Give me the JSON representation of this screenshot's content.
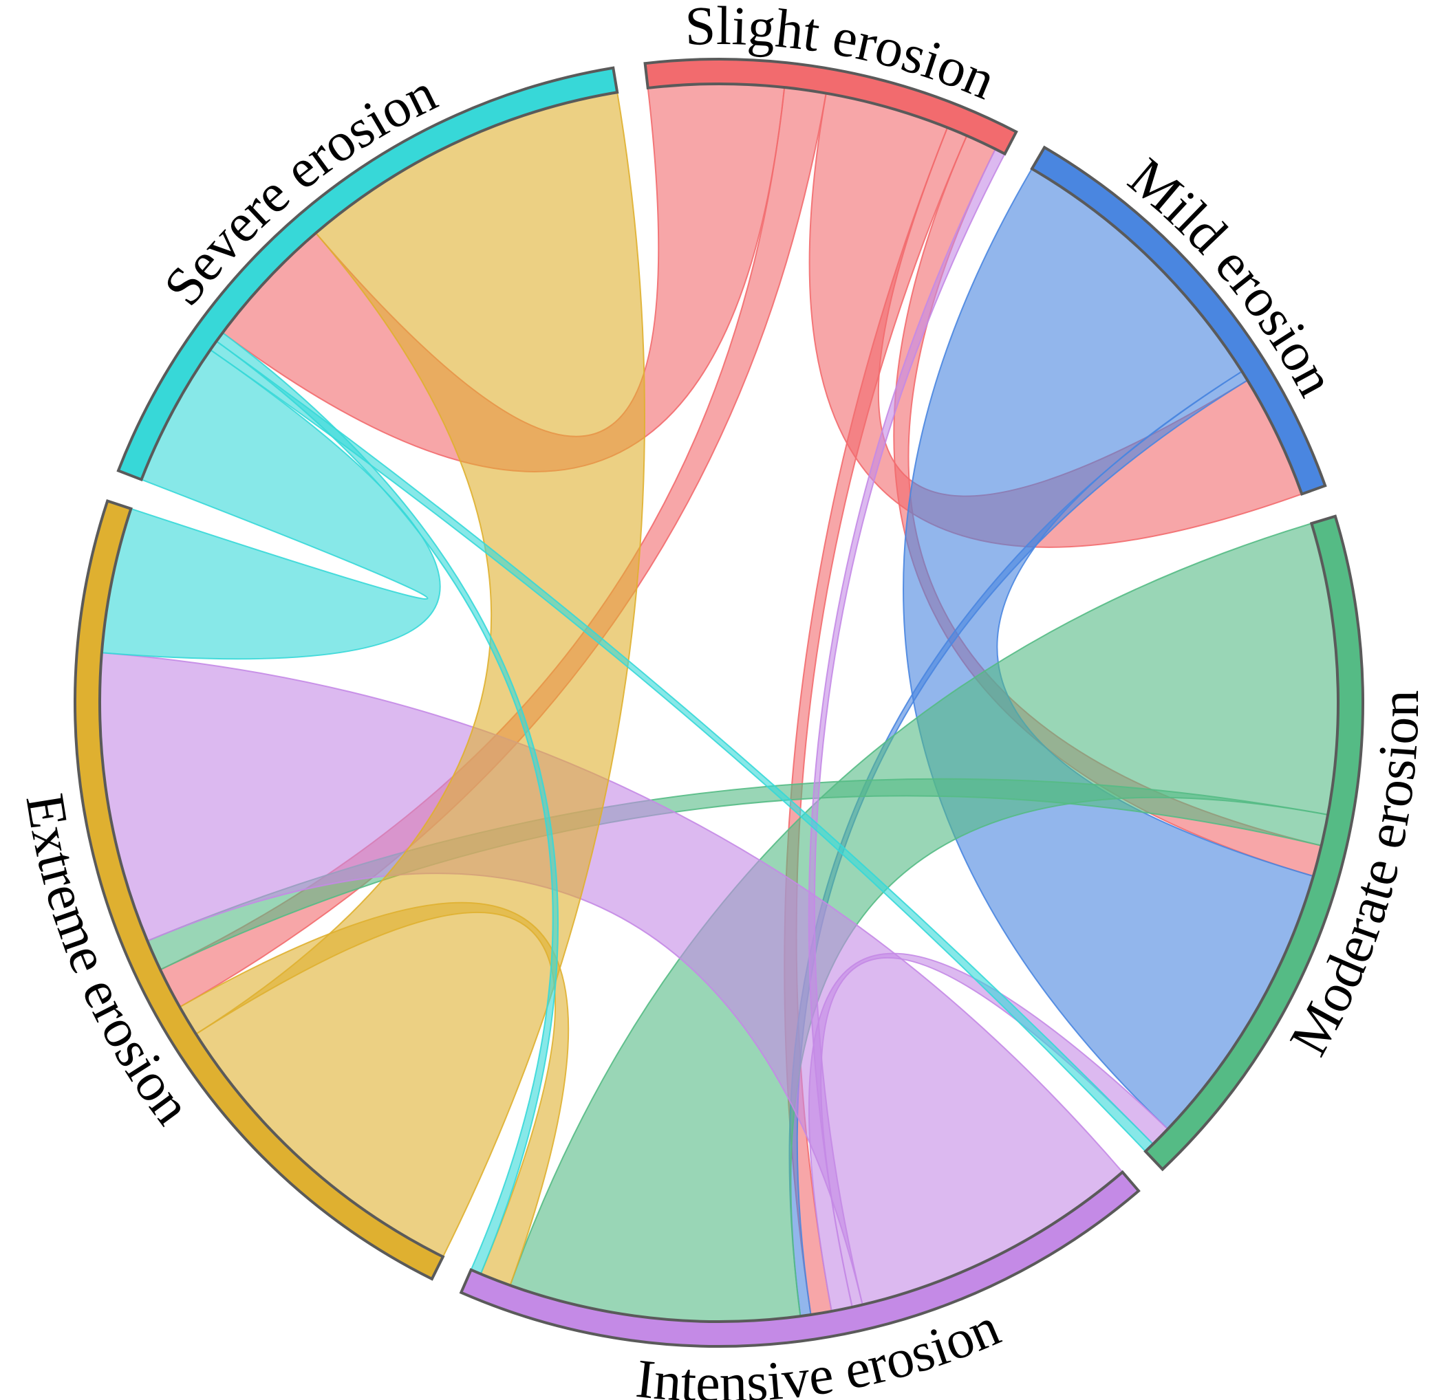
{
  "chord_data": {
    "type": "chord",
    "groups": [
      {
        "name": "Slight erosion",
        "color": "#f26b6e"
      },
      {
        "name": "Mild erosion",
        "color": "#4a86e0"
      },
      {
        "name": "Moderate erosion",
        "color": "#55bb85"
      },
      {
        "name": "Intensive erosion",
        "color": "#c48ae6"
      },
      {
        "name": "Extreme erosion",
        "color": "#dfb030"
      },
      {
        "name": "Severe erosion",
        "color": "#37d8d8"
      }
    ],
    "flows": [
      {
        "source": "Slight erosion",
        "target": "Severe erosion",
        "value": 13
      },
      {
        "source": "Slight erosion",
        "target": "Extreme erosion",
        "value": 4
      },
      {
        "source": "Slight erosion",
        "target": "Mild erosion",
        "value": 12
      },
      {
        "source": "Slight erosion",
        "target": "Intensive erosion",
        "value": 2
      },
      {
        "source": "Slight erosion",
        "target": "Moderate erosion",
        "value": 3
      },
      {
        "source": "Mild erosion",
        "target": "Moderate erosion",
        "value": 28
      },
      {
        "source": "Mild erosion",
        "target": "Intensive erosion",
        "value": 1
      },
      {
        "source": "Moderate erosion",
        "target": "Intensive erosion",
        "value": 28
      },
      {
        "source": "Moderate erosion",
        "target": "Extreme erosion",
        "value": 3
      },
      {
        "source": "Intensive erosion",
        "target": "Extreme erosion",
        "value": 28
      },
      {
        "source": "Intensive erosion",
        "target": "Slight erosion",
        "value": 1
      },
      {
        "source": "Intensive erosion",
        "target": "Moderate erosion",
        "value": 2
      },
      {
        "source": "Extreme erosion",
        "target": "Severe erosion",
        "value": 32
      },
      {
        "source": "Extreme erosion",
        "target": "Intensive erosion",
        "value": 3
      },
      {
        "source": "Severe erosion",
        "target": "Extreme erosion",
        "value": 14
      },
      {
        "source": "Severe erosion",
        "target": "Moderate erosion",
        "value": 1
      },
      {
        "source": "Severe erosion",
        "target": "Intensive erosion",
        "value": 1
      }
    ]
  }
}
